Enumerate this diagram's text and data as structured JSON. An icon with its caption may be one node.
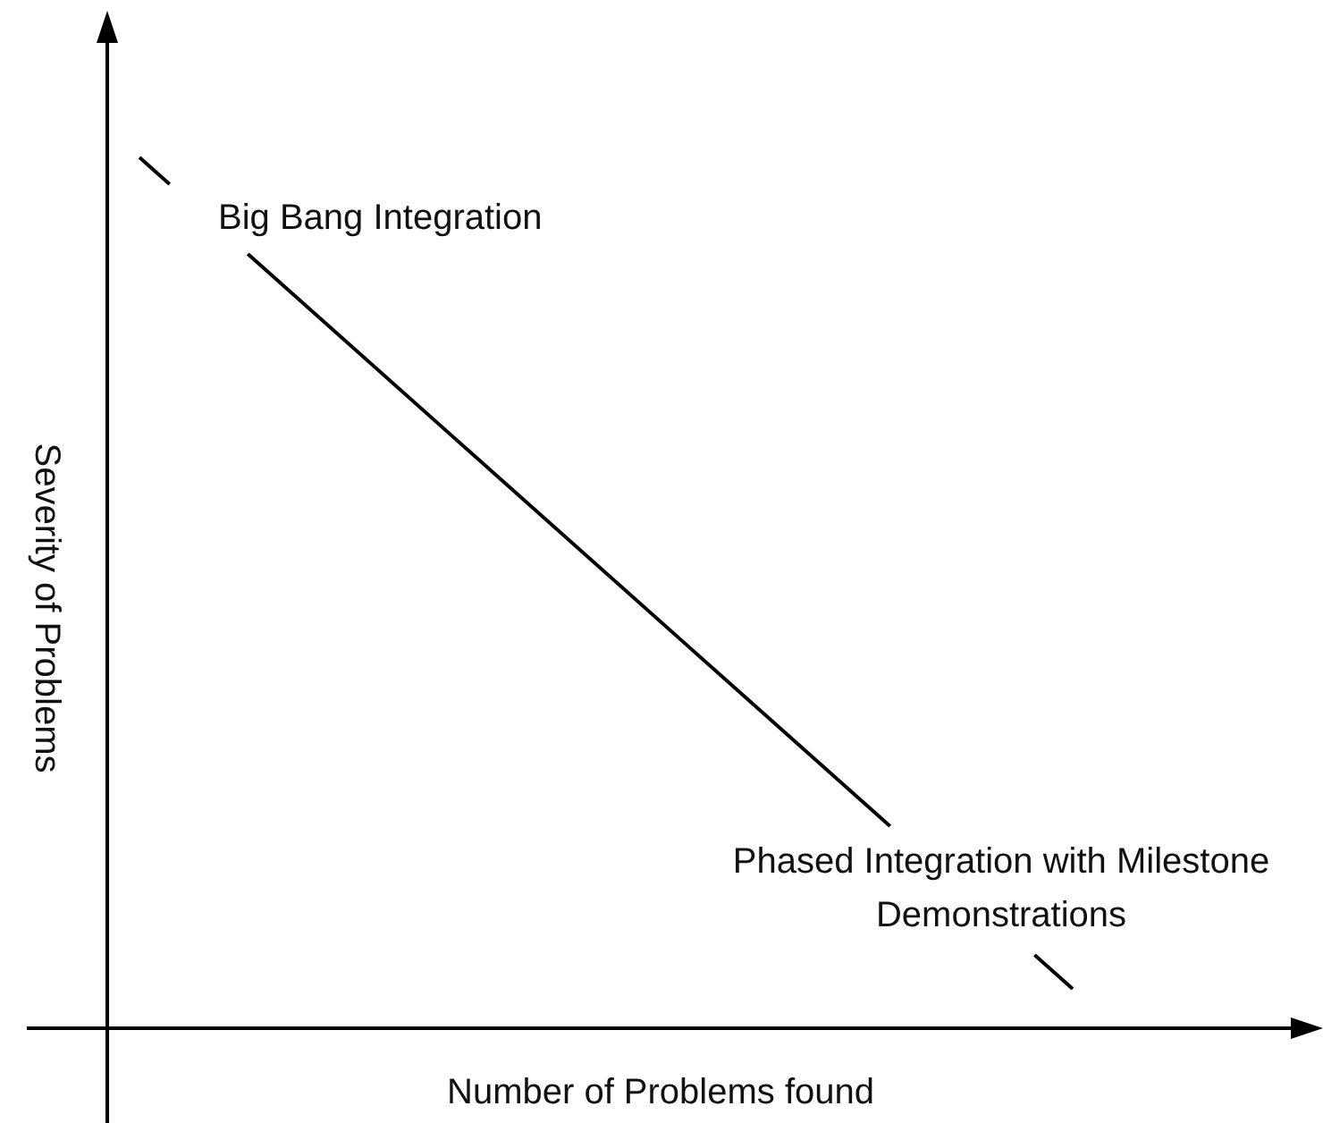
{
  "diagram": {
    "nodes": [
      {
        "text": [
          "Big Bang Integration"
        ]
      },
      {
        "text": [
          "Phased Integration with Milestone Demonstrations"
        ]
      }
    ],
    "edges": [
      {
        "from": 0,
        "to": 1,
        "arrow": "none"
      }
    ],
    "labels": [
      "Severity of Problems",
      "Number of Problems found"
    ]
  }
}
